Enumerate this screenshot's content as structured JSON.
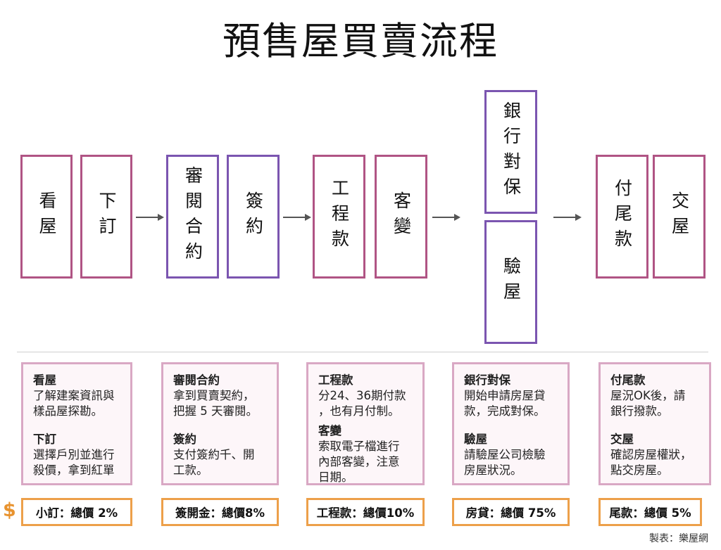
{
  "title": "預售屋買賣流程",
  "steps": [
    {
      "label": "看屋"
    },
    {
      "label": "下訂"
    },
    {
      "label": "審閱合約"
    },
    {
      "label": "簽約"
    },
    {
      "label": "工程款"
    },
    {
      "label": "客變"
    },
    {
      "label": "銀行對保"
    },
    {
      "label": "驗屋"
    },
    {
      "label": "付尾款"
    },
    {
      "label": "交屋"
    }
  ],
  "details": [
    {
      "items": [
        {
          "heading": "看屋",
          "body": "了解建案資訊與\n樣品屋探勘。"
        },
        {
          "heading": "下訂",
          "body": "選擇戶別並進行\n殺價，拿到紅單"
        }
      ]
    },
    {
      "items": [
        {
          "heading": "審閱合約",
          "body": "拿到買賣契約，\n把握 5 天審閱。"
        },
        {
          "heading": "簽約",
          "body": "支付簽約千、開\n工款。"
        }
      ]
    },
    {
      "items": [
        {
          "heading": "工程款",
          "body": "分24、36期付款\n，也有月付制。"
        },
        {
          "heading": "客變",
          "body": "索取電子檔進行\n內部客變，注意\n日期。"
        }
      ]
    },
    {
      "items": [
        {
          "heading": "銀行對保",
          "body": "開始申請房屋貸\n款，完成對保。"
        },
        {
          "heading": "驗屋",
          "body": "請驗屋公司檢驗\n房屋狀況。"
        }
      ]
    },
    {
      "items": [
        {
          "heading": "付尾款",
          "body": "屋況OK後，請\n銀行撥款。"
        },
        {
          "heading": "交屋",
          "body": "確認房屋權狀，\n點交房屋。"
        }
      ]
    }
  ],
  "currency_symbol": "$",
  "payments": [
    {
      "label": "小訂：總價 2%"
    },
    {
      "label": "簽開金：總價8%"
    },
    {
      "label": "工程款：總價10%"
    },
    {
      "label": "房貸：總價 75%"
    },
    {
      "label": "尾款：總價 5%"
    }
  ],
  "credit": "製表：樂屋網",
  "colors": {
    "pink_border": "#b05484",
    "purple_border": "#7b55b0",
    "detail_border": "#d9a8c4",
    "payment_border": "#eda04a",
    "dollar": "#e8932f"
  },
  "icons": [
    "arrow-right-icon"
  ]
}
